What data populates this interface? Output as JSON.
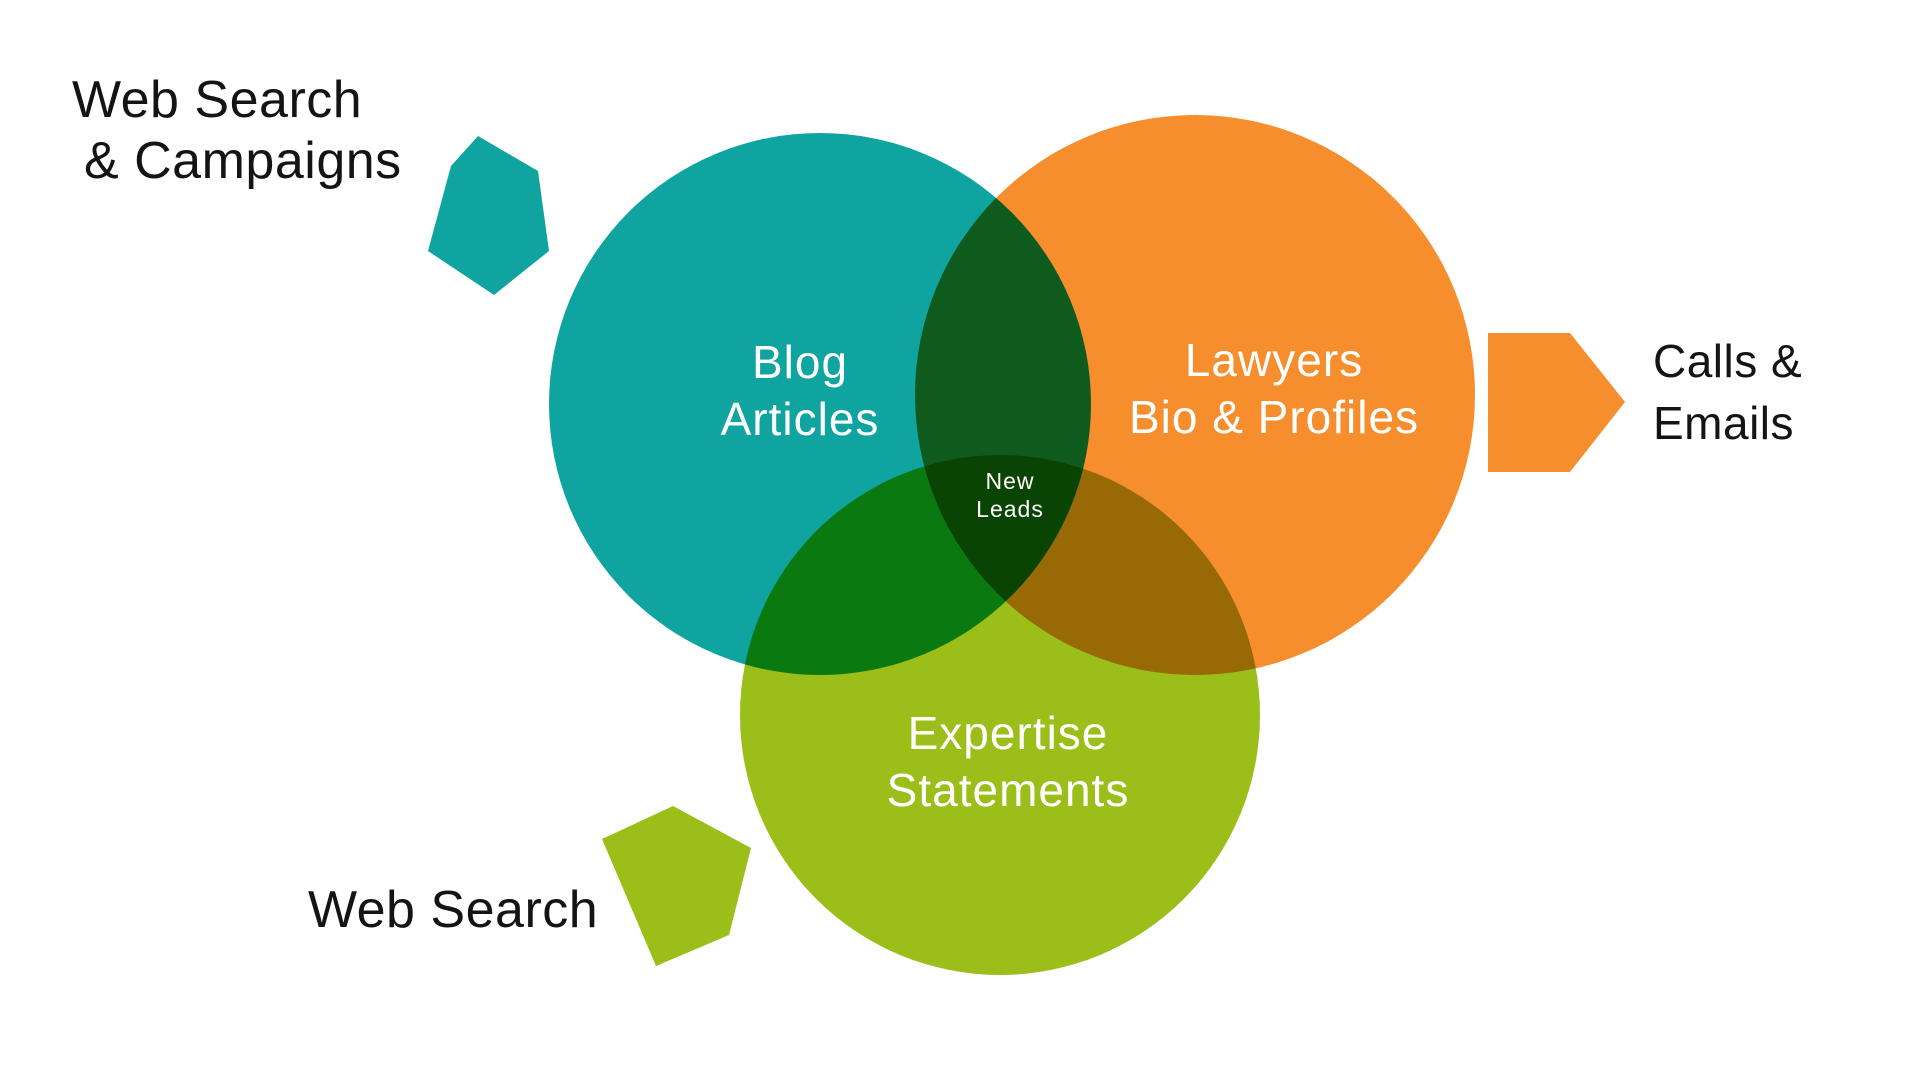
{
  "colors": {
    "teal": "#0FA4A0",
    "orange": "#F78E2E",
    "green": "#9CBE19",
    "label_text": "#141414",
    "circle_text": "#FFFFFF",
    "background": "#FFFFFF"
  },
  "venn": {
    "blog": {
      "line1": "Blog",
      "line2": "Articles"
    },
    "lawyers": {
      "line1": "Lawyers",
      "line2": "Bio & Profiles"
    },
    "expertise": {
      "line1": "Expertise",
      "line2": "Statements"
    },
    "center": {
      "line1": "New",
      "line2": "Leads"
    }
  },
  "annotations": {
    "web_campaigns": {
      "line1": "Web Search",
      "line2": "& Campaigns"
    },
    "web_search": {
      "label": "Web Search"
    },
    "calls_emails": {
      "line1": "Calls &",
      "line2": "Emails"
    }
  }
}
